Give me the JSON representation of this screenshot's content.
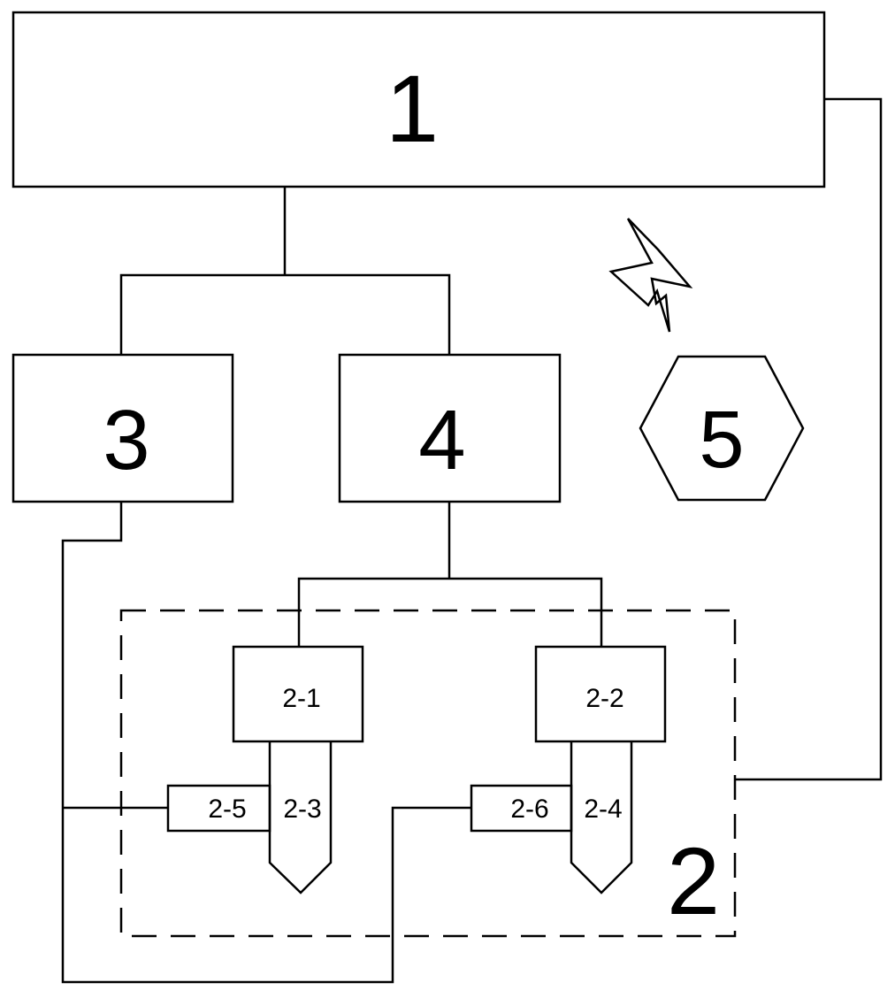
{
  "blocks": {
    "b1": "1",
    "b2": "2",
    "b3": "3",
    "b4": "4",
    "b5": "5",
    "b2_1": "2-1",
    "b2_2": "2-2",
    "b2_3": "2-3",
    "b2_4": "2-4",
    "b2_5": "2-5",
    "b2_6": "2-6"
  },
  "colors": {
    "stroke": "#000000",
    "background": "#ffffff"
  }
}
